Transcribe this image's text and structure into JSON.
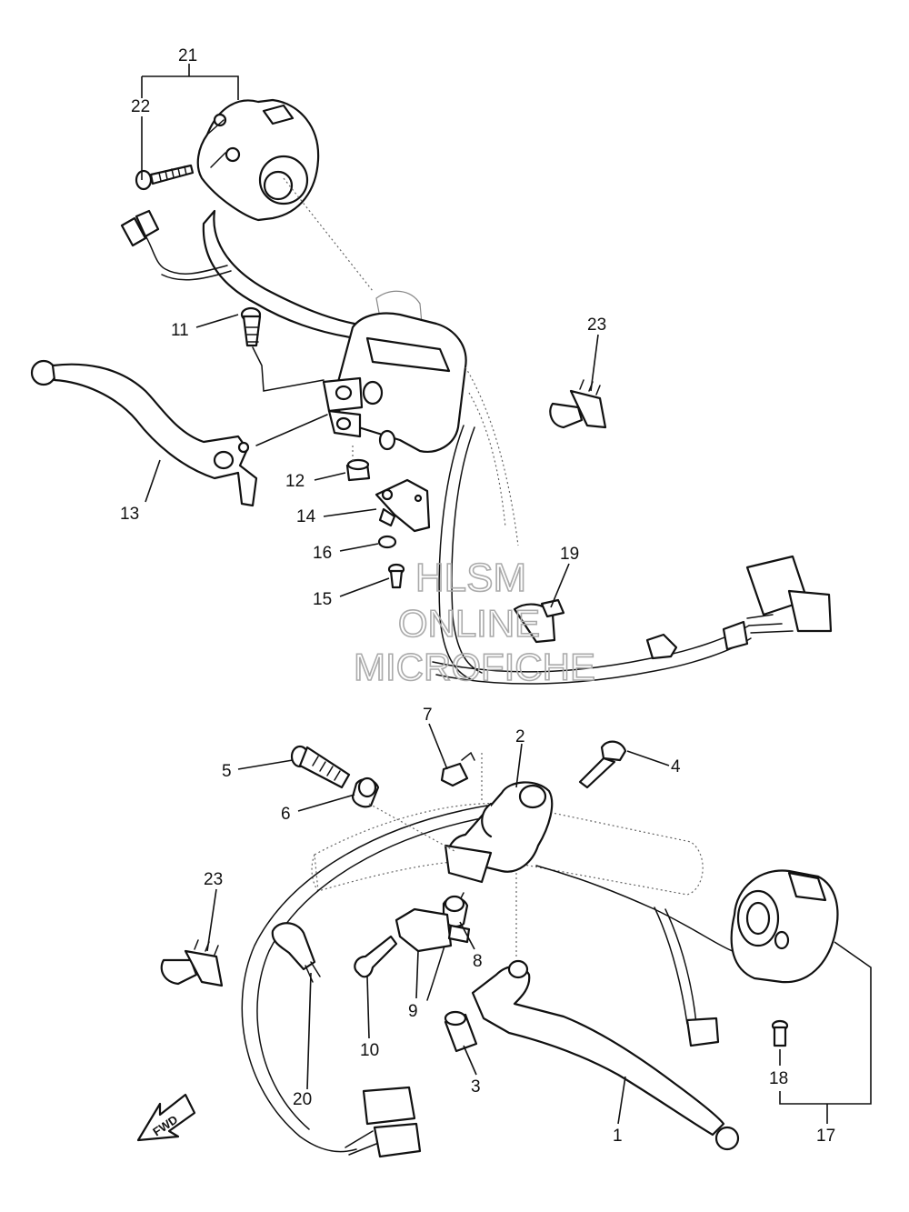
{
  "watermark": {
    "line1": "HLSM",
    "line2": "ONLINE",
    "line3": "MICROFICHE",
    "color": "#aaaaaa"
  },
  "direction_arrow": {
    "label": "FWD"
  },
  "callouts": [
    {
      "id": "c21",
      "label": "21"
    },
    {
      "id": "c22",
      "label": "22"
    },
    {
      "id": "c11",
      "label": "11"
    },
    {
      "id": "c23a",
      "label": "23"
    },
    {
      "id": "c13",
      "label": "13"
    },
    {
      "id": "c12",
      "label": "12"
    },
    {
      "id": "c14",
      "label": "14"
    },
    {
      "id": "c16",
      "label": "16"
    },
    {
      "id": "c15",
      "label": "15"
    },
    {
      "id": "c19",
      "label": "19"
    },
    {
      "id": "c7",
      "label": "7"
    },
    {
      "id": "c2",
      "label": "2"
    },
    {
      "id": "c5",
      "label": "5"
    },
    {
      "id": "c4",
      "label": "4"
    },
    {
      "id": "c6",
      "label": "6"
    },
    {
      "id": "c23b",
      "label": "23"
    },
    {
      "id": "c8",
      "label": "8"
    },
    {
      "id": "c9",
      "label": "9"
    },
    {
      "id": "c10",
      "label": "10"
    },
    {
      "id": "c3",
      "label": "3"
    },
    {
      "id": "c18",
      "label": "18"
    },
    {
      "id": "c20",
      "label": "20"
    },
    {
      "id": "c1",
      "label": "1"
    },
    {
      "id": "c17",
      "label": "17"
    }
  ]
}
